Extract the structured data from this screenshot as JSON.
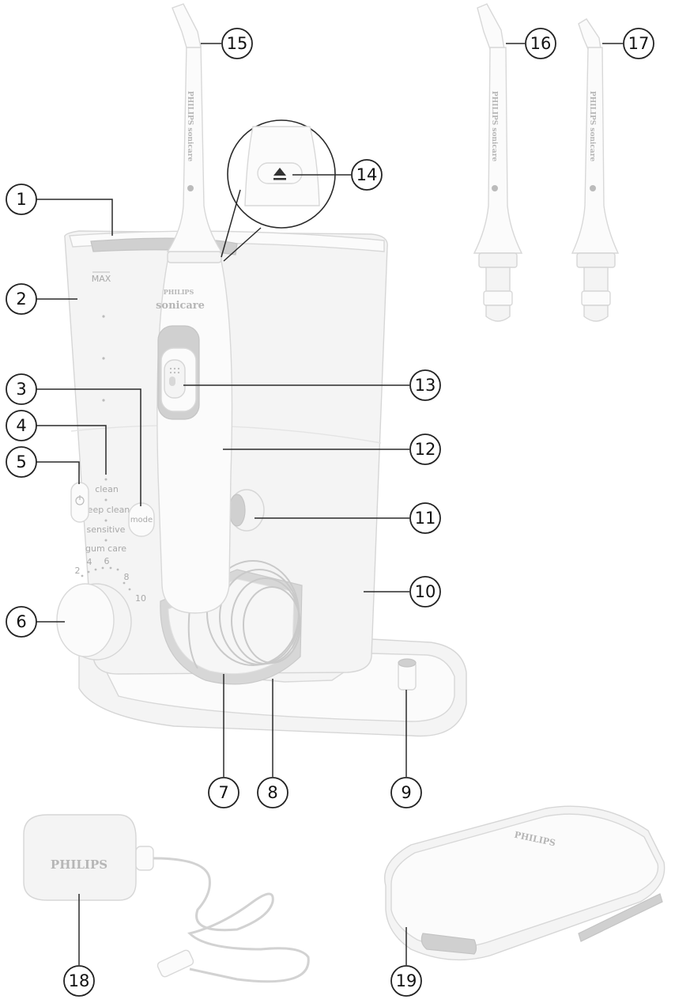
{
  "device_labels": {
    "max": "MAX",
    "mode_clean": "clean",
    "mode_deep_clean": "deep clean",
    "mode_sensitive": "sensitive",
    "mode_gum_care": "gum care",
    "mode_button": "mode",
    "scale": [
      "2",
      "4",
      "6",
      "8",
      "10"
    ],
    "brand_upper": "PHILIPS",
    "brand_sub": "sonicare",
    "nozzle_brand": "PHILIPS sonicare",
    "adapter_brand": "PHILIPS",
    "case_brand": "PHILIPS"
  },
  "callouts": [
    {
      "id": "1",
      "label": "1"
    },
    {
      "id": "2",
      "label": "2"
    },
    {
      "id": "3",
      "label": "3"
    },
    {
      "id": "4",
      "label": "4"
    },
    {
      "id": "5",
      "label": "5"
    },
    {
      "id": "6",
      "label": "6"
    },
    {
      "id": "7",
      "label": "7"
    },
    {
      "id": "8",
      "label": "8"
    },
    {
      "id": "9",
      "label": "9"
    },
    {
      "id": "10",
      "label": "10"
    },
    {
      "id": "11",
      "label": "11"
    },
    {
      "id": "12",
      "label": "12"
    },
    {
      "id": "13",
      "label": "13"
    },
    {
      "id": "14",
      "label": "14"
    },
    {
      "id": "15",
      "label": "15"
    },
    {
      "id": "16",
      "label": "16"
    },
    {
      "id": "17",
      "label": "17"
    },
    {
      "id": "18",
      "label": "18"
    },
    {
      "id": "19",
      "label": "19"
    }
  ]
}
